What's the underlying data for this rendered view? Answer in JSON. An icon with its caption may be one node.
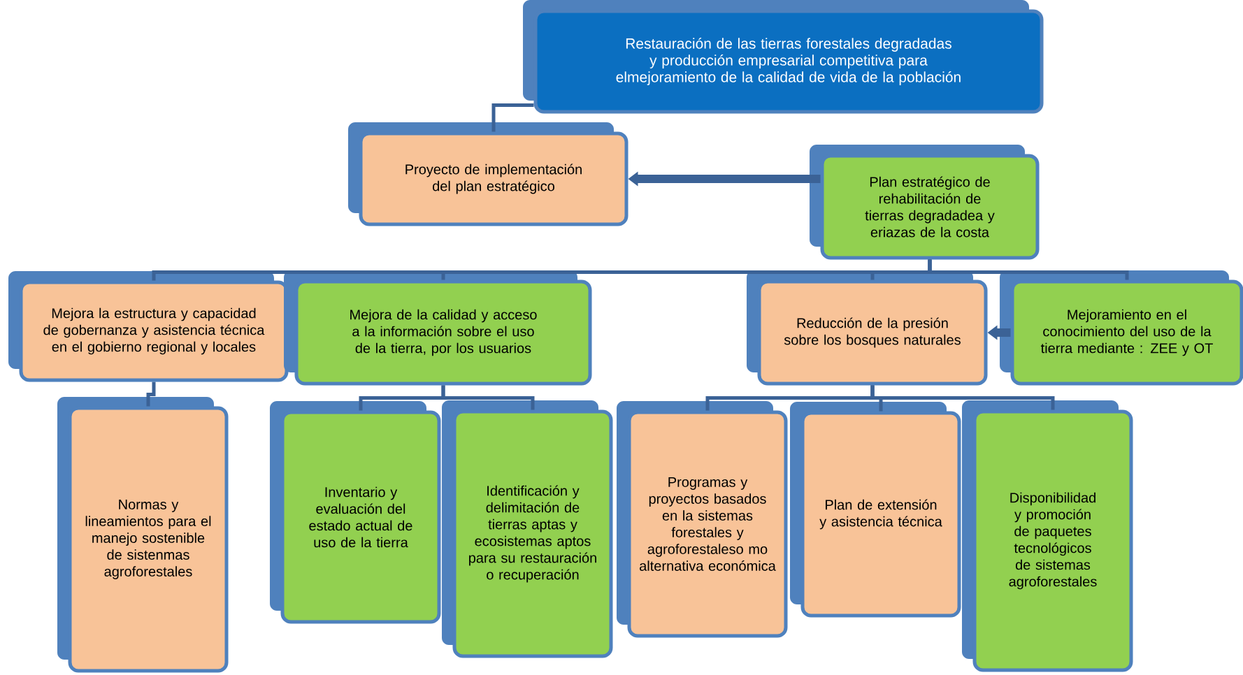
{
  "diagram": {
    "nodes": [
      {
        "text": [
          "Restauración de las tierras forestales degradadas y producción empresarial competitiva para elmejoramiento de la calidad de vida de la población"
        ]
      },
      {
        "text": [
          "Proyecto de implementación del plan estratégico"
        ]
      },
      {
        "text": [
          "Plan estratégico  de rehabilitación de tierras degradadea y eriazas de la costa"
        ]
      },
      {
        "text": [
          "Mejora la estructura y capacidad de gobernanza y asistencia técnica en el gobierno regional y locales"
        ]
      },
      {
        "text": [
          "Mejora de la calidad y acceso a la información sobre el uso de la tierra, por los usuarios"
        ]
      },
      {
        "text": [
          "Reducción de la presión sobre los bosques naturales"
        ]
      },
      {
        "text": [
          "Mejoramiento en el conocimiento del uso de la tierra mediante :  ZEE y  OT"
        ]
      },
      {
        "text": [
          "Normas y lineamientos para el manejo sostenible  de sistenmas agroforestales"
        ]
      },
      {
        "text": [
          "Inventario y evaluación del estado actual de uso de la tierra"
        ]
      },
      {
        "text": [
          "Identificación y delimitación de tierras aptas y ecosistemas aptos para su restauración o recuperación"
        ]
      },
      {
        "text": [
          "Programas y proyectos basados en  la sistemas forestales y agroforestaleso mo alternativa económica"
        ]
      },
      {
        "text": [
          "Plan de extensión y asistencia técnica"
        ]
      },
      {
        "text": [
          "Disponibilidad y promoción de paquetes tecnológicos de sistemas agroforestales"
        ]
      }
    ],
    "edges": [
      {
        "from": 0,
        "to": 1,
        "arrow": "none"
      },
      {
        "from": 2,
        "to": 1,
        "arrow": "to",
        "style": "thick"
      },
      {
        "from": 2,
        "to": 3,
        "arrow": "none"
      },
      {
        "from": 2,
        "to": 4,
        "arrow": "none"
      },
      {
        "from": 2,
        "to": 5,
        "arrow": "none"
      },
      {
        "from": 2,
        "to": 6,
        "arrow": "none"
      },
      {
        "from": 6,
        "to": 5,
        "arrow": "to",
        "style": "thick"
      },
      {
        "from": 3,
        "to": 7,
        "arrow": "none"
      },
      {
        "from": 4,
        "to": 8,
        "arrow": "none"
      },
      {
        "from": 4,
        "to": 9,
        "arrow": "none"
      },
      {
        "from": 5,
        "to": 10,
        "arrow": "none"
      },
      {
        "from": 5,
        "to": 11,
        "arrow": "none"
      },
      {
        "from": 5,
        "to": 12,
        "arrow": "none"
      }
    ]
  }
}
